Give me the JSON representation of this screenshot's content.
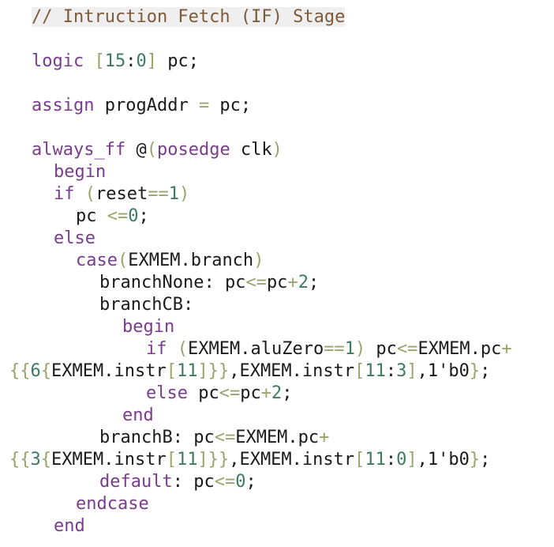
{
  "colors": {
    "background": "#ffffff",
    "plain": "#1a1a1a",
    "keyword": "#7b3b8f",
    "comment": "#7d5a3a",
    "comment_bg": "#efefef",
    "number": "#3e7a60",
    "operator": "#9aa36a",
    "bracket": "#9aa36a"
  },
  "code": {
    "lines": [
      {
        "id": "comment",
        "tokens": [
          {
            "t": "// Intruction Fetch (IF) Stage",
            "k": "comment"
          }
        ]
      },
      {
        "id": "logic-decl",
        "tokens": [
          {
            "t": "logic",
            "k": "keyword"
          },
          {
            "t": " ",
            "k": "plain"
          },
          {
            "t": "[",
            "k": "bracket"
          },
          {
            "t": "15",
            "k": "number"
          },
          {
            "t": ":",
            "k": "plain"
          },
          {
            "t": "0",
            "k": "number"
          },
          {
            "t": "]",
            "k": "bracket"
          },
          {
            "t": " pc;",
            "k": "plain"
          }
        ]
      },
      {
        "id": "assign",
        "tokens": [
          {
            "t": "assign",
            "k": "keyword"
          },
          {
            "t": " progAddr ",
            "k": "plain"
          },
          {
            "t": "=",
            "k": "operator"
          },
          {
            "t": " pc;",
            "k": "plain"
          }
        ]
      },
      {
        "id": "always-ff",
        "tokens": [
          {
            "t": "always_ff",
            "k": "keyword"
          },
          {
            "t": " @",
            "k": "plain"
          },
          {
            "t": "(",
            "k": "bracket"
          },
          {
            "t": "posedge",
            "k": "keyword"
          },
          {
            "t": " clk",
            "k": "plain"
          },
          {
            "t": ")",
            "k": "bracket"
          }
        ]
      },
      {
        "id": "begin-1",
        "tokens": [
          {
            "t": "begin",
            "k": "keyword"
          }
        ]
      },
      {
        "id": "if-reset",
        "tokens": [
          {
            "t": "if",
            "k": "keyword"
          },
          {
            "t": " ",
            "k": "plain"
          },
          {
            "t": "(",
            "k": "bracket"
          },
          {
            "t": "reset",
            "k": "plain"
          },
          {
            "t": "==",
            "k": "operator"
          },
          {
            "t": "1",
            "k": "number"
          },
          {
            "t": ")",
            "k": "bracket"
          }
        ]
      },
      {
        "id": "pc-reset",
        "tokens": [
          {
            "t": "pc ",
            "k": "plain"
          },
          {
            "t": "<=",
            "k": "operator"
          },
          {
            "t": "0",
            "k": "number"
          },
          {
            "t": ";",
            "k": "plain"
          }
        ]
      },
      {
        "id": "else-1",
        "tokens": [
          {
            "t": "else",
            "k": "keyword"
          }
        ]
      },
      {
        "id": "case",
        "tokens": [
          {
            "t": "case",
            "k": "keyword"
          },
          {
            "t": "(",
            "k": "bracket"
          },
          {
            "t": "EXMEM.branch",
            "k": "plain"
          },
          {
            "t": ")",
            "k": "bracket"
          }
        ]
      },
      {
        "id": "branch-none",
        "tokens": [
          {
            "t": "branchNone: pc",
            "k": "plain"
          },
          {
            "t": "<=",
            "k": "operator"
          },
          {
            "t": "pc",
            "k": "plain"
          },
          {
            "t": "+",
            "k": "operator"
          },
          {
            "t": "2",
            "k": "number"
          },
          {
            "t": ";",
            "k": "plain"
          }
        ]
      },
      {
        "id": "branch-cb",
        "tokens": [
          {
            "t": "branchCB:",
            "k": "plain"
          }
        ]
      },
      {
        "id": "begin-2",
        "tokens": [
          {
            "t": "begin",
            "k": "keyword"
          }
        ]
      },
      {
        "id": "if-alu-zero",
        "tokens": [
          {
            "t": "if",
            "k": "keyword"
          },
          {
            "t": " ",
            "k": "plain"
          },
          {
            "t": "(",
            "k": "bracket"
          },
          {
            "t": "EXMEM.aluZero",
            "k": "plain"
          },
          {
            "t": "==",
            "k": "operator"
          },
          {
            "t": "1",
            "k": "number"
          },
          {
            "t": ")",
            "k": "bracket"
          },
          {
            "t": " pc",
            "k": "plain"
          },
          {
            "t": "<=",
            "k": "operator"
          },
          {
            "t": "EXMEM.pc",
            "k": "plain"
          },
          {
            "t": "+",
            "k": "operator"
          }
        ]
      },
      {
        "id": "cb-concat",
        "tokens": [
          {
            "t": "{{",
            "k": "bracket"
          },
          {
            "t": "6",
            "k": "number"
          },
          {
            "t": "{",
            "k": "bracket"
          },
          {
            "t": "EXMEM.instr",
            "k": "plain"
          },
          {
            "t": "[",
            "k": "bracket"
          },
          {
            "t": "11",
            "k": "number"
          },
          {
            "t": "]",
            "k": "bracket"
          },
          {
            "t": "}}",
            "k": "bracket"
          },
          {
            "t": ",EXMEM.instr",
            "k": "plain"
          },
          {
            "t": "[",
            "k": "bracket"
          },
          {
            "t": "11",
            "k": "number"
          },
          {
            "t": ":",
            "k": "plain"
          },
          {
            "t": "3",
            "k": "number"
          },
          {
            "t": "]",
            "k": "bracket"
          },
          {
            "t": ",1'b0",
            "k": "plain"
          },
          {
            "t": "}",
            "k": "bracket"
          },
          {
            "t": ";",
            "k": "plain"
          }
        ]
      },
      {
        "id": "else-2",
        "tokens": [
          {
            "t": "else",
            "k": "keyword"
          },
          {
            "t": " pc",
            "k": "plain"
          },
          {
            "t": "<=",
            "k": "operator"
          },
          {
            "t": "pc",
            "k": "plain"
          },
          {
            "t": "+",
            "k": "operator"
          },
          {
            "t": "2",
            "k": "number"
          },
          {
            "t": ";",
            "k": "plain"
          }
        ]
      },
      {
        "id": "end-1",
        "tokens": [
          {
            "t": "end",
            "k": "keyword"
          }
        ]
      },
      {
        "id": "branch-b",
        "tokens": [
          {
            "t": "branchB: pc",
            "k": "plain"
          },
          {
            "t": "<=",
            "k": "operator"
          },
          {
            "t": "EXMEM.pc",
            "k": "plain"
          },
          {
            "t": "+",
            "k": "operator"
          }
        ]
      },
      {
        "id": "b-concat",
        "tokens": [
          {
            "t": "{{",
            "k": "bracket"
          },
          {
            "t": "3",
            "k": "number"
          },
          {
            "t": "{",
            "k": "bracket"
          },
          {
            "t": "EXMEM.instr",
            "k": "plain"
          },
          {
            "t": "[",
            "k": "bracket"
          },
          {
            "t": "11",
            "k": "number"
          },
          {
            "t": "]",
            "k": "bracket"
          },
          {
            "t": "}}",
            "k": "bracket"
          },
          {
            "t": ",EXMEM.instr",
            "k": "plain"
          },
          {
            "t": "[",
            "k": "bracket"
          },
          {
            "t": "11",
            "k": "number"
          },
          {
            "t": ":",
            "k": "plain"
          },
          {
            "t": "0",
            "k": "number"
          },
          {
            "t": "]",
            "k": "bracket"
          },
          {
            "t": ",1'b0",
            "k": "plain"
          },
          {
            "t": "}",
            "k": "bracket"
          },
          {
            "t": ";",
            "k": "plain"
          }
        ]
      },
      {
        "id": "default",
        "tokens": [
          {
            "t": "default",
            "k": "keyword"
          },
          {
            "t": ": pc",
            "k": "plain"
          },
          {
            "t": "<=",
            "k": "operator"
          },
          {
            "t": "0",
            "k": "number"
          },
          {
            "t": ";",
            "k": "plain"
          }
        ]
      },
      {
        "id": "endcase",
        "tokens": [
          {
            "t": "endcase",
            "k": "keyword"
          }
        ]
      },
      {
        "id": "end-2",
        "tokens": [
          {
            "t": "end",
            "k": "keyword"
          }
        ]
      }
    ]
  }
}
